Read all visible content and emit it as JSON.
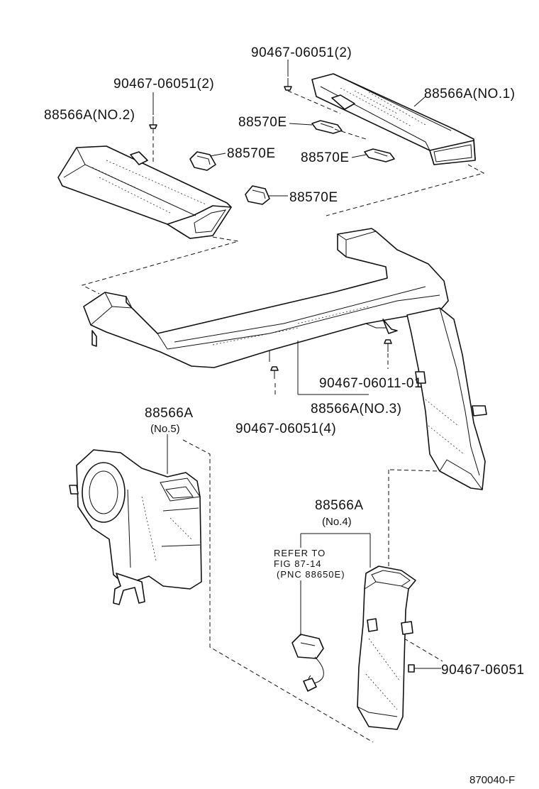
{
  "labels": {
    "clip_top_right": "90467-06051(2)",
    "clip_top_left": "90467-06051(2)",
    "duct_no1": "88566A(NO.1)",
    "duct_no2": "88566A(NO.2)",
    "pad_a": "88570E",
    "pad_b": "88570E",
    "pad_c": "88570E",
    "pad_d": "88570E",
    "clip_01": "90467-06011-01",
    "duct_no3": "88566A(NO.3)",
    "clip_4": "90467-06051(4)",
    "duct_no5_num": "88566A",
    "duct_no5_sub": "(No.5)",
    "duct_no4_num": "88566A",
    "duct_no4_sub": "(No.4)",
    "refer_line1": "REFER TO",
    "refer_line2": "FIG 87-14",
    "refer_line3": "(PNC 88650E)",
    "clip_single": "90467-06051",
    "figure_code": "870040-F"
  }
}
